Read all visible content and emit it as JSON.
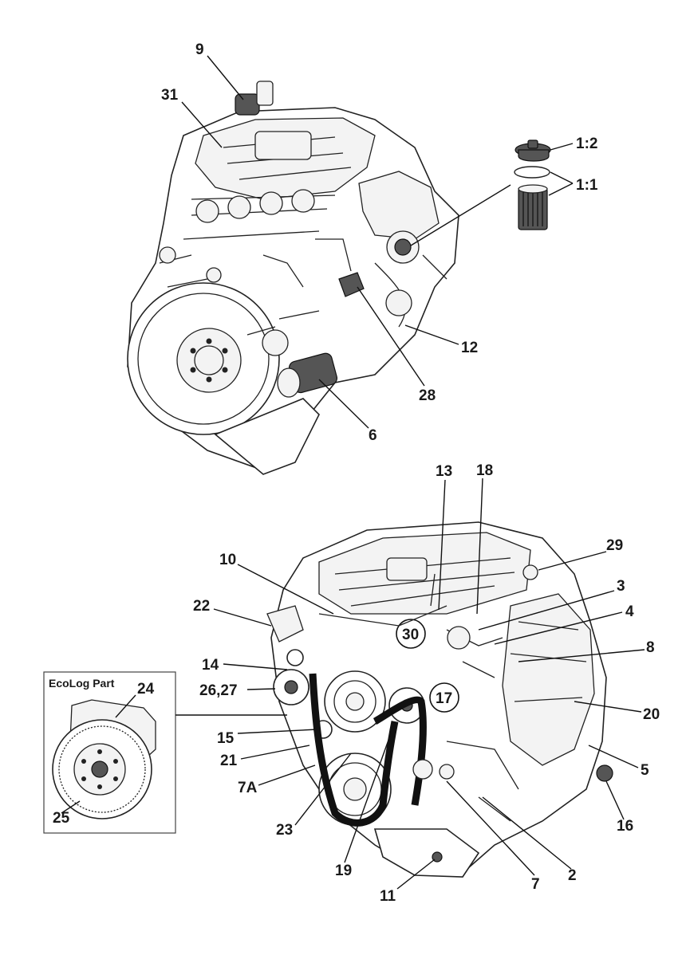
{
  "inset": {
    "title": "EcoLog Part"
  },
  "callouts": {
    "c9": "9",
    "c31": "31",
    "c1_2": "1:2",
    "c1_1": "1:1",
    "c12": "12",
    "c28": "28",
    "c6": "6",
    "c13": "13",
    "c18": "18",
    "c29": "29",
    "c10": "10",
    "c3": "3",
    "c22": "22",
    "c4": "4",
    "c8": "8",
    "c30": "30",
    "c14": "14",
    "c26_27": "26,27",
    "c24": "24",
    "c17": "17",
    "c20": "20",
    "c15": "15",
    "c21": "21",
    "c5": "5",
    "c7A": "7A",
    "c25": "25",
    "c16": "16",
    "c23": "23",
    "c19": "19",
    "c7": "7",
    "c2": "2",
    "c11": "11"
  }
}
